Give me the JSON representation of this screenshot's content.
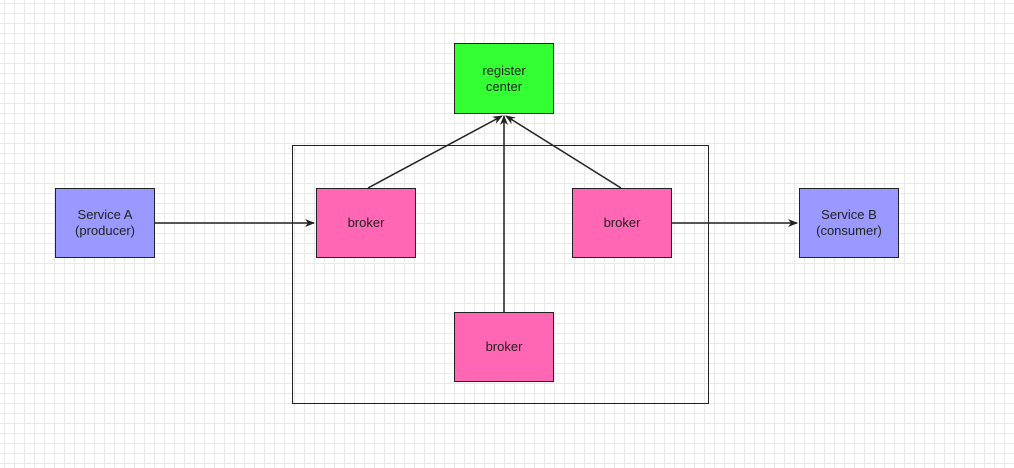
{
  "diagram": {
    "nodes": {
      "register_center": {
        "lines": [
          "register",
          "center"
        ],
        "color": "#33ff33"
      },
      "broker_left": {
        "label": "broker",
        "color": "#ff66b3"
      },
      "broker_right": {
        "label": "broker",
        "color": "#ff66b3"
      },
      "broker_bottom": {
        "label": "broker",
        "color": "#ff66b3"
      },
      "service_a": {
        "lines": [
          "Service A",
          "(producer)"
        ],
        "color": "#9999ff"
      },
      "service_b": {
        "lines": [
          "Service B",
          "(consumer)"
        ],
        "color": "#9999ff"
      }
    },
    "edges": [
      {
        "from": "service_a",
        "to": "broker_left"
      },
      {
        "from": "broker_left",
        "to": "register_center"
      },
      {
        "from": "broker_bottom",
        "to": "register_center"
      },
      {
        "from": "broker_right",
        "to": "register_center"
      },
      {
        "from": "broker_right",
        "to": "service_b"
      }
    ]
  }
}
